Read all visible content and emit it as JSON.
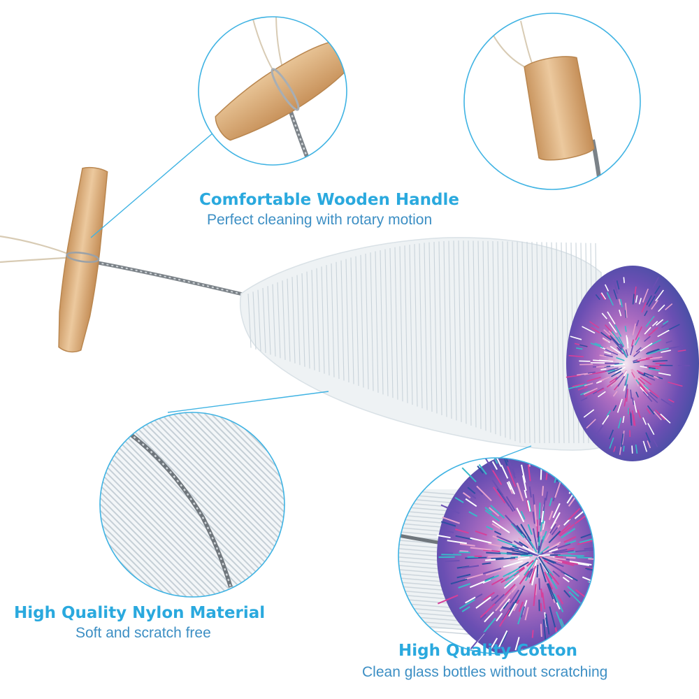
{
  "colors": {
    "accent": "#2aa9de",
    "subtitle": "#3d8fc4",
    "callout_ring": "#3fb3e3",
    "wood": "#deb688",
    "bristle": "#eef2f4",
    "pink": "#d63f9a",
    "purple": "#6b4fb3",
    "teal": "#39b9c9",
    "navy": "#2f4fa3"
  },
  "features": {
    "handle": {
      "title": "Comfortable Wooden Handle",
      "subtitle": "Perfect cleaning with rotary motion"
    },
    "nylon": {
      "title": "High Quality Nylon Material",
      "subtitle": "Soft and scratch free"
    },
    "cotton": {
      "title": "High Quality Cotton",
      "subtitle": "Clean glass bottles without scratching"
    }
  }
}
